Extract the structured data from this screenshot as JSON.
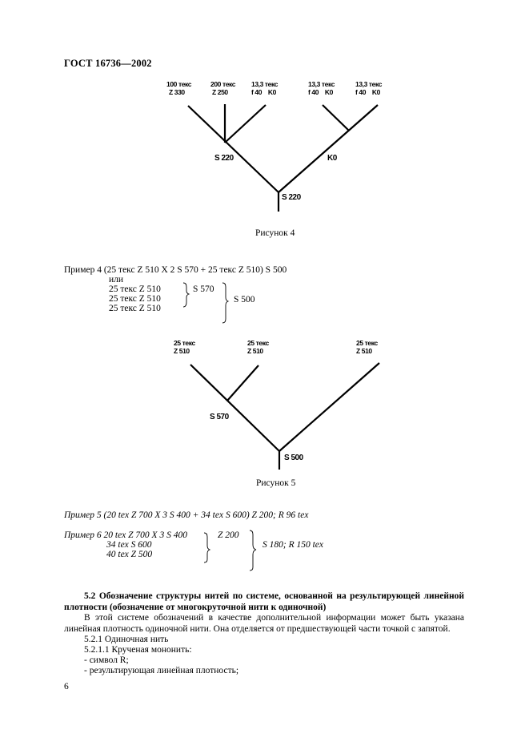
{
  "header": {
    "title": "ГОСТ 16736—2002"
  },
  "figure4": {
    "labels": [
      {
        "line1": "100 текс",
        "line2": "Z 330"
      },
      {
        "line1": "200 текс",
        "line2": "Z 250"
      },
      {
        "line1": "13,3 текс",
        "line2": "f 40    K0"
      },
      {
        "line1": "13,3 текс",
        "line2": "f 40    K0"
      },
      {
        "line1": "13,3 текс",
        "line2": "f 40    K0"
      }
    ],
    "node_left": "S 220",
    "node_right": "K0",
    "node_root": "S 220",
    "caption": "Рисунок 4"
  },
  "example4": {
    "line1": "Пример 4 (25 текс Z 510 X 2 S 570 + 25 текс Z 510) S 500",
    "or": "или",
    "items": [
      "25 текс Z 510",
      "25 текс Z 510",
      "25 текс Z 510"
    ],
    "mid": "S 570",
    "result": "S 500"
  },
  "figure5": {
    "labels": [
      {
        "line1": "25 текс",
        "line2": "Z 510"
      },
      {
        "line1": "25 текс",
        "line2": "Z 510"
      },
      {
        "line1": "25 текс",
        "line2": "Z 510"
      }
    ],
    "node_mid": "S 570",
    "node_root": "S 500",
    "caption": "Рисунок 5"
  },
  "example5": {
    "text": "Пример 5 (20 tex Z 700 X 3 S 400 + 34 tex S 600) Z 200; R 96 tex"
  },
  "example6": {
    "line1": "Пример 6 20 tex Z 700 X 3 S 400",
    "line2": "34 tex S 600",
    "line3": "40 tex Z 500",
    "mid": "Z 200",
    "result": "S 180; R 150 tex"
  },
  "section52": {
    "heading": "5.2 Обозначение структуры нитей по системе, основанной на результирующей линейной плотности (обозначение от многокруточной нити к одиночной)",
    "paragraph": "В этой системе обозначений в качестве дополнительной информации может быть указана линейная плотность одиночной нити. Она отделяется от предшествующей части точкой с запятой.",
    "s521": "5.2.1 Одиночная нить",
    "s5211": "5.2.1.1 Крученая мононить:",
    "items": [
      "- символ R;",
      "- результирующая линейная плотность;"
    ]
  },
  "page_number": "6"
}
